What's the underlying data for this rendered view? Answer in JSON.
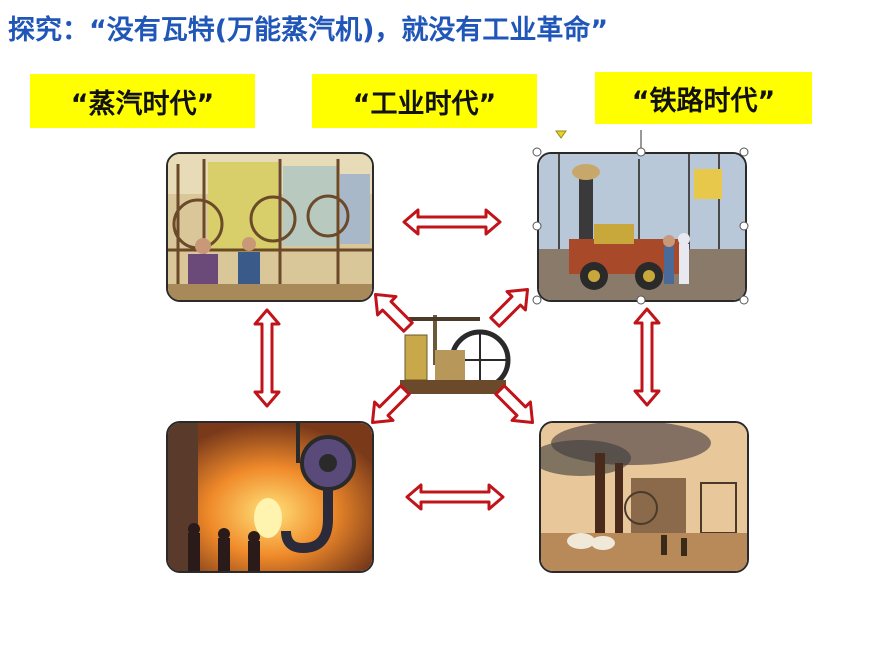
{
  "title": "探究：“没有瓦特(万能蒸汽机)，就没有工业革命”",
  "labels": {
    "steam_age": "“蒸汽时代”",
    "industrial_age": "“工业时代”",
    "railway_age": "“铁路时代”"
  },
  "colors": {
    "title": "#1f56b8",
    "label_bg": "#ffff00",
    "arrow_fill": "#ffffff",
    "arrow_stroke": "#c0141a"
  },
  "images": [
    {
      "name": "textile-mill-image",
      "subject": "textile mill machinery"
    },
    {
      "name": "railway-locomotive-image",
      "subject": "steam locomotive at dock"
    },
    {
      "name": "steel-foundry-image",
      "subject": "steel foundry with hook"
    },
    {
      "name": "factory-smokestack-image",
      "subject": "factory with smokestacks"
    },
    {
      "name": "watt-steam-engine-image",
      "subject": "Watt steam engine"
    }
  ]
}
